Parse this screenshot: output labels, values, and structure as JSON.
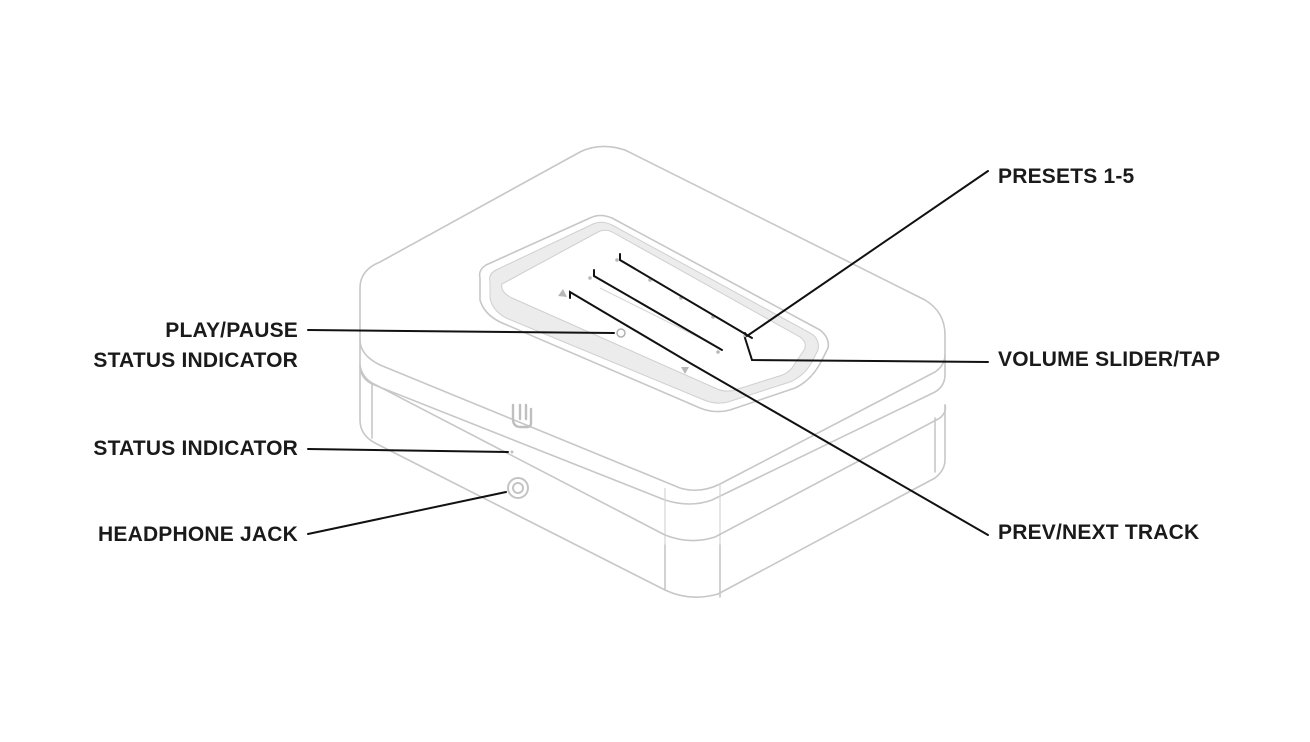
{
  "callouts": {
    "presets": "PRESETS 1-5",
    "play_pause_line1": "PLAY/PAUSE",
    "play_pause_line2": "STATUS INDICATOR",
    "volume": "VOLUME SLIDER/TAP",
    "status": "STATUS INDICATOR",
    "headphone": "HEADPHONE JACK",
    "prev_next": "PREV/NEXT TRACK"
  },
  "colors": {
    "outline": "#c7c7c7",
    "leader": "#111111",
    "label": "#1a1a1a"
  },
  "icons": [
    "bluesound-logo-icon",
    "headphone-jack-icon",
    "play-pause-icon",
    "prev-track-icon",
    "next-track-icon"
  ]
}
